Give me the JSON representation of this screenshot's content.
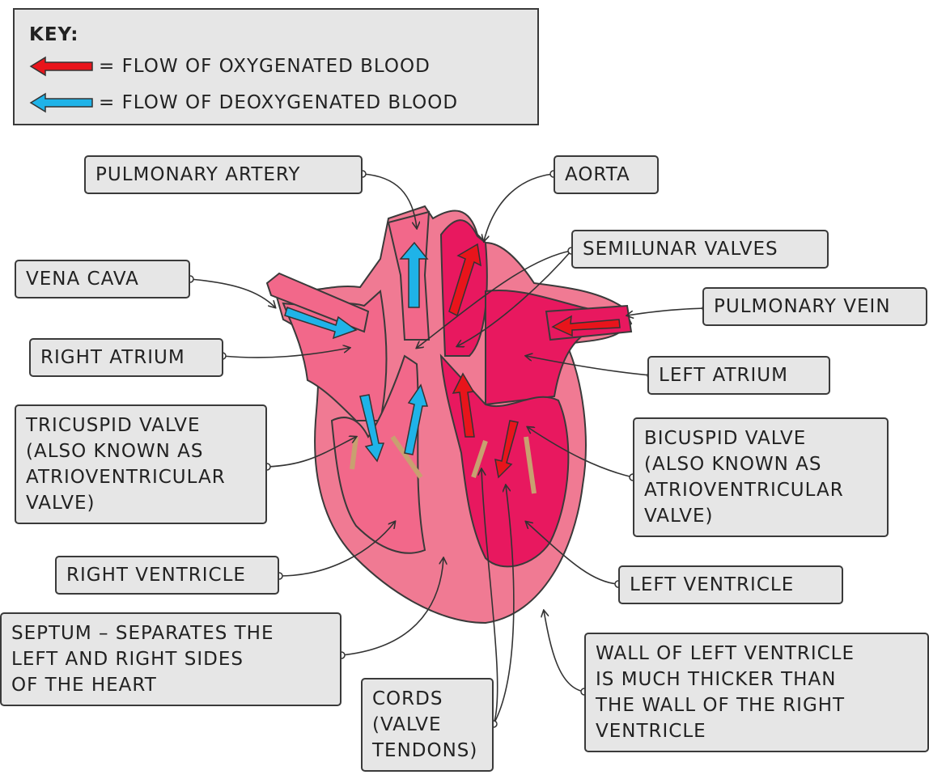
{
  "key": {
    "title": "KEY:",
    "oxygenated": "= FLOW OF OXYGENATED BLOOD",
    "deoxygenated": "= FLOW OF DEOXYGENATED BLOOD"
  },
  "labels": {
    "pulmonary_artery": "PULMONARY ARTERY",
    "aorta": "AORTA",
    "semilunar_valves": "SEMILUNAR VALVES",
    "vena_cava": "VENA CAVA",
    "pulmonary_vein": "PULMONARY VEIN",
    "right_atrium": "RIGHT ATRIUM",
    "left_atrium": "LEFT ATRIUM",
    "tricuspid_valve": "TRICUSPID VALVE\n(ALSO KNOWN AS\nATRIOVENTRICULAR\nVALVE)",
    "bicuspid_valve": "BICUSPID VALVE\n(ALSO KNOWN AS\nATRIOVENTRICULAR\nVALVE)",
    "right_ventricle": "RIGHT VENTRICLE",
    "left_ventricle": "LEFT VENTRICLE",
    "septum": "SEPTUM – SEPARATES THE\nLEFT AND RIGHT SIDES\nOF THE HEART",
    "wall_left_ventricle": "WALL OF LEFT VENTRICLE\nIS MUCH THICKER THAN\nTHE WALL OF THE RIGHT\nVENTRICLE",
    "cords": "CORDS\n(VALVE\nTENDONS)"
  },
  "colors": {
    "oxygenated": "#e8141b",
    "deoxygenated": "#1fb3e8",
    "heart_outer": "#f07a93",
    "heart_left_chamber": "#e8185f",
    "heart_right_chamber": "#f2688a",
    "valve": "#c8a070",
    "label_bg": "#e6e6e6"
  }
}
